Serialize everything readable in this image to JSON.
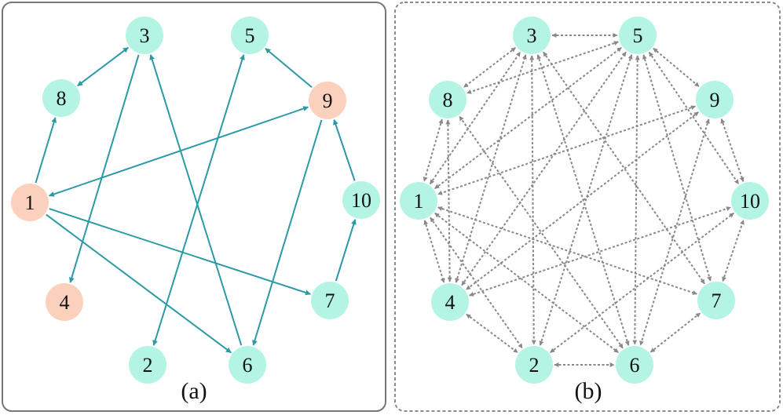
{
  "colors": {
    "node_default": "#b3f4e4",
    "node_highlight": "#fbd0bc",
    "edge_a": "#2b9aa5",
    "edge_b": "#888888",
    "border_a": "#777777",
    "border_b": "#8a8a8a"
  },
  "panels": [
    {
      "id": "a",
      "caption": "(a)",
      "nodes": [
        {
          "id": "1",
          "label": "1",
          "highlight": true
        },
        {
          "id": "2",
          "label": "2",
          "highlight": false
        },
        {
          "id": "3",
          "label": "3",
          "highlight": false
        },
        {
          "id": "4",
          "label": "4",
          "highlight": true
        },
        {
          "id": "5",
          "label": "5",
          "highlight": false
        },
        {
          "id": "6",
          "label": "6",
          "highlight": false
        },
        {
          "id": "7",
          "label": "7",
          "highlight": false
        },
        {
          "id": "8",
          "label": "8",
          "highlight": false
        },
        {
          "id": "9",
          "label": "9",
          "highlight": true
        },
        {
          "id": "10",
          "label": "10",
          "highlight": false
        }
      ],
      "edges": [
        {
          "from": "1",
          "to": "8",
          "dir": "forward"
        },
        {
          "from": "3",
          "to": "8",
          "dir": "both"
        },
        {
          "from": "9",
          "to": "5",
          "dir": "forward"
        },
        {
          "from": "9",
          "to": "1",
          "dir": "both"
        },
        {
          "from": "3",
          "to": "4",
          "dir": "forward"
        },
        {
          "from": "1",
          "to": "6",
          "dir": "forward"
        },
        {
          "from": "1",
          "to": "7",
          "dir": "forward"
        },
        {
          "from": "2",
          "to": "5",
          "dir": "both"
        },
        {
          "from": "6",
          "to": "3",
          "dir": "forward"
        },
        {
          "from": "9",
          "to": "6",
          "dir": "forward"
        },
        {
          "from": "10",
          "to": "9",
          "dir": "forward"
        },
        {
          "from": "7",
          "to": "10",
          "dir": "forward"
        }
      ]
    },
    {
      "id": "b",
      "caption": "(b)",
      "nodes": [
        {
          "id": "1",
          "label": "1",
          "highlight": false
        },
        {
          "id": "2",
          "label": "2",
          "highlight": false
        },
        {
          "id": "3",
          "label": "3",
          "highlight": false
        },
        {
          "id": "4",
          "label": "4",
          "highlight": false
        },
        {
          "id": "5",
          "label": "5",
          "highlight": false
        },
        {
          "id": "6",
          "label": "6",
          "highlight": false
        },
        {
          "id": "7",
          "label": "7",
          "highlight": false
        },
        {
          "id": "8",
          "label": "8",
          "highlight": false
        },
        {
          "id": "9",
          "label": "9",
          "highlight": false
        },
        {
          "id": "10",
          "label": "10",
          "highlight": false
        }
      ],
      "edges": [
        {
          "from": "3",
          "to": "5",
          "dir": "both"
        },
        {
          "from": "3",
          "to": "8",
          "dir": "both"
        },
        {
          "from": "5",
          "to": "8",
          "dir": "both"
        },
        {
          "from": "5",
          "to": "9",
          "dir": "both"
        },
        {
          "from": "8",
          "to": "1",
          "dir": "both"
        },
        {
          "from": "8",
          "to": "4",
          "dir": "both"
        },
        {
          "from": "9",
          "to": "10",
          "dir": "both"
        },
        {
          "from": "9",
          "to": "1",
          "dir": "both"
        },
        {
          "from": "9",
          "to": "4",
          "dir": "both"
        },
        {
          "from": "9",
          "to": "6",
          "dir": "both"
        },
        {
          "from": "1",
          "to": "3",
          "dir": "both"
        },
        {
          "from": "1",
          "to": "5",
          "dir": "both"
        },
        {
          "from": "1",
          "to": "4",
          "dir": "both"
        },
        {
          "from": "1",
          "to": "2",
          "dir": "both"
        },
        {
          "from": "1",
          "to": "6",
          "dir": "both"
        },
        {
          "from": "1",
          "to": "7",
          "dir": "both"
        },
        {
          "from": "4",
          "to": "3",
          "dir": "both"
        },
        {
          "from": "4",
          "to": "5",
          "dir": "both"
        },
        {
          "from": "4",
          "to": "2",
          "dir": "both"
        },
        {
          "from": "4",
          "to": "10",
          "dir": "both"
        },
        {
          "from": "3",
          "to": "2",
          "dir": "both"
        },
        {
          "from": "3",
          "to": "6",
          "dir": "both"
        },
        {
          "from": "3",
          "to": "7",
          "dir": "both"
        },
        {
          "from": "5",
          "to": "2",
          "dir": "both"
        },
        {
          "from": "5",
          "to": "6",
          "dir": "both"
        },
        {
          "from": "5",
          "to": "7",
          "dir": "both"
        },
        {
          "from": "5",
          "to": "10",
          "dir": "both"
        },
        {
          "from": "2",
          "to": "6",
          "dir": "both"
        },
        {
          "from": "2",
          "to": "10",
          "dir": "both"
        },
        {
          "from": "6",
          "to": "7",
          "dir": "both"
        },
        {
          "from": "6",
          "to": "8",
          "dir": "both"
        },
        {
          "from": "7",
          "to": "10",
          "dir": "both"
        }
      ]
    }
  ]
}
